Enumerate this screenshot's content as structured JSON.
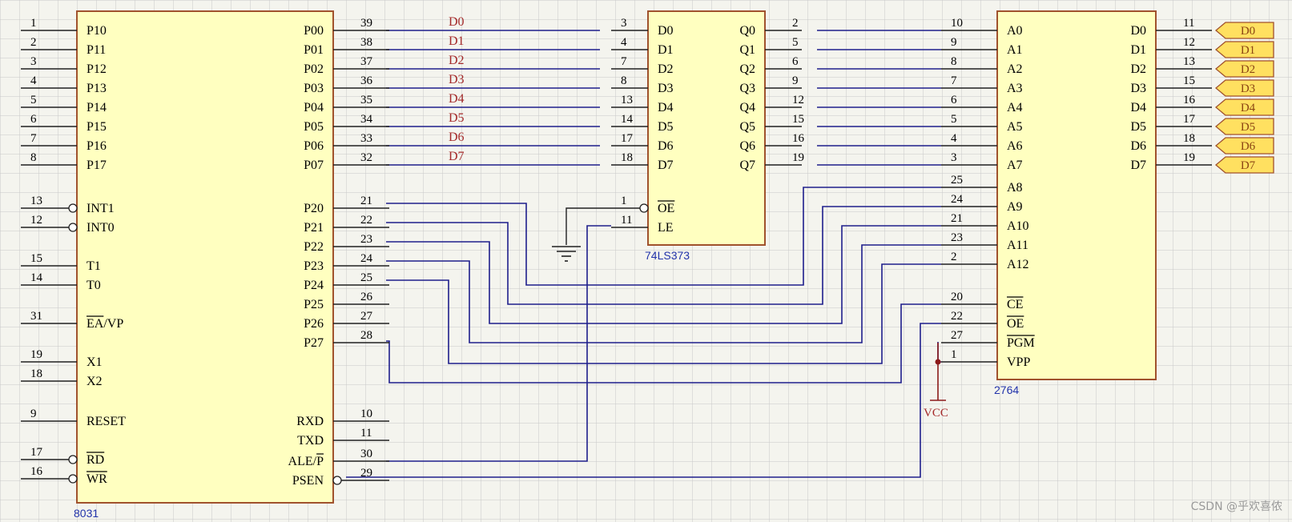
{
  "watermark": "CSDN @乎欢喜侬",
  "colors": {
    "chip_fill": "#ffffc0",
    "chip_border": "#a0522d",
    "wire": "#1e1e8c",
    "net_label": "#a52a2a",
    "grid": "#c8c8c8",
    "port_fill": "#ffe060",
    "vcc": "#8b1a1a"
  },
  "chips": {
    "mcu": {
      "name": "8031",
      "left_pins": [
        {
          "num": "1",
          "label": "P10"
        },
        {
          "num": "2",
          "label": "P11"
        },
        {
          "num": "3",
          "label": "P12"
        },
        {
          "num": "4",
          "label": "P13"
        },
        {
          "num": "5",
          "label": "P14"
        },
        {
          "num": "6",
          "label": "P15"
        },
        {
          "num": "7",
          "label": "P16"
        },
        {
          "num": "8",
          "label": "P17"
        },
        {
          "num": "13",
          "label": "INT1",
          "inverted": true
        },
        {
          "num": "12",
          "label": "INT0",
          "inverted": true
        },
        {
          "num": "15",
          "label": "T1"
        },
        {
          "num": "14",
          "label": "T0"
        },
        {
          "num": "31",
          "label": "EA/VP",
          "overbar": "EA"
        },
        {
          "num": "19",
          "label": "X1"
        },
        {
          "num": "18",
          "label": "X2"
        },
        {
          "num": "9",
          "label": "RESET"
        },
        {
          "num": "17",
          "label": "RD",
          "inverted": true,
          "overbar": "RD"
        },
        {
          "num": "16",
          "label": "WR",
          "inverted": true,
          "overbar": "WR"
        }
      ],
      "right_pins": [
        {
          "num": "39",
          "label": "P00"
        },
        {
          "num": "38",
          "label": "P01"
        },
        {
          "num": "37",
          "label": "P02"
        },
        {
          "num": "36",
          "label": "P03"
        },
        {
          "num": "35",
          "label": "P04"
        },
        {
          "num": "34",
          "label": "P05"
        },
        {
          "num": "33",
          "label": "P06"
        },
        {
          "num": "32",
          "label": "P07"
        },
        {
          "num": "21",
          "label": "P20"
        },
        {
          "num": "22",
          "label": "P21"
        },
        {
          "num": "23",
          "label": "P22"
        },
        {
          "num": "24",
          "label": "P23"
        },
        {
          "num": "25",
          "label": "P24"
        },
        {
          "num": "26",
          "label": "P25"
        },
        {
          "num": "27",
          "label": "P26"
        },
        {
          "num": "28",
          "label": "P27"
        },
        {
          "num": "10",
          "label": "RXD"
        },
        {
          "num": "11",
          "label": "TXD"
        },
        {
          "num": "30",
          "label": "ALE/P",
          "overbar": "P"
        },
        {
          "num": "29",
          "label": "PSEN",
          "inverted": true
        }
      ]
    },
    "latch": {
      "name": "74LS373",
      "left_pins": [
        {
          "num": "3",
          "label": "D0"
        },
        {
          "num": "4",
          "label": "D1"
        },
        {
          "num": "7",
          "label": "D2"
        },
        {
          "num": "8",
          "label": "D3"
        },
        {
          "num": "13",
          "label": "D4"
        },
        {
          "num": "14",
          "label": "D5"
        },
        {
          "num": "17",
          "label": "D6"
        },
        {
          "num": "18",
          "label": "D7"
        },
        {
          "num": "1",
          "label": "OE",
          "inverted": true,
          "overbar": "OE"
        },
        {
          "num": "11",
          "label": "LE"
        }
      ],
      "right_pins": [
        {
          "num": "2",
          "label": "Q0"
        },
        {
          "num": "5",
          "label": "Q1"
        },
        {
          "num": "6",
          "label": "Q2"
        },
        {
          "num": "9",
          "label": "Q3"
        },
        {
          "num": "12",
          "label": "Q4"
        },
        {
          "num": "15",
          "label": "Q5"
        },
        {
          "num": "16",
          "label": "Q6"
        },
        {
          "num": "19",
          "label": "Q7"
        }
      ]
    },
    "eprom": {
      "name": "2764",
      "left_pins": [
        {
          "num": "10",
          "label": "A0"
        },
        {
          "num": "9",
          "label": "A1"
        },
        {
          "num": "8",
          "label": "A2"
        },
        {
          "num": "7",
          "label": "A3"
        },
        {
          "num": "6",
          "label": "A4"
        },
        {
          "num": "5",
          "label": "A5"
        },
        {
          "num": "4",
          "label": "A6"
        },
        {
          "num": "3",
          "label": "A7"
        },
        {
          "num": "25",
          "label": "A8"
        },
        {
          "num": "24",
          "label": "A9"
        },
        {
          "num": "21",
          "label": "A10"
        },
        {
          "num": "23",
          "label": "A11"
        },
        {
          "num": "2",
          "label": "A12"
        },
        {
          "num": "20",
          "label": "CE",
          "overbar": "CE"
        },
        {
          "num": "22",
          "label": "OE",
          "overbar": "OE"
        },
        {
          "num": "27",
          "label": "PGM",
          "overbar": "PGM"
        },
        {
          "num": "1",
          "label": "VPP"
        }
      ],
      "right_pins": [
        {
          "num": "11",
          "label": "D0"
        },
        {
          "num": "12",
          "label": "D1"
        },
        {
          "num": "13",
          "label": "D2"
        },
        {
          "num": "15",
          "label": "D3"
        },
        {
          "num": "16",
          "label": "D4"
        },
        {
          "num": "17",
          "label": "D5"
        },
        {
          "num": "18",
          "label": "D6"
        },
        {
          "num": "19",
          "label": "D7"
        }
      ]
    }
  },
  "data_bus_labels": [
    "D0",
    "D1",
    "D2",
    "D3",
    "D4",
    "D5",
    "D6",
    "D7"
  ],
  "output_ports": [
    "D0",
    "D1",
    "D2",
    "D3",
    "D4",
    "D5",
    "D6",
    "D7"
  ],
  "power": {
    "vcc_label": "VCC"
  }
}
